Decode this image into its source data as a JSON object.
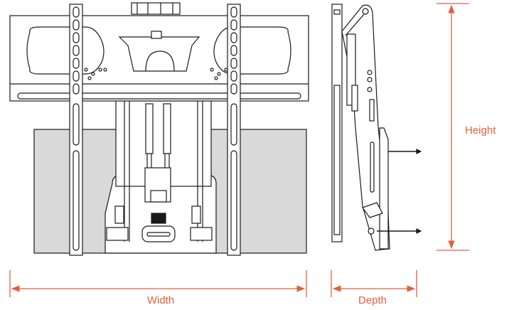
{
  "diagram": {
    "colors": {
      "line": "#1a1a1a",
      "fill_gray": "#d9d9d9",
      "fill_white": "#ffffff",
      "dimension": "#e2603f"
    },
    "labels": {
      "width": "Width",
      "depth": "Depth",
      "height": "Height"
    }
  }
}
